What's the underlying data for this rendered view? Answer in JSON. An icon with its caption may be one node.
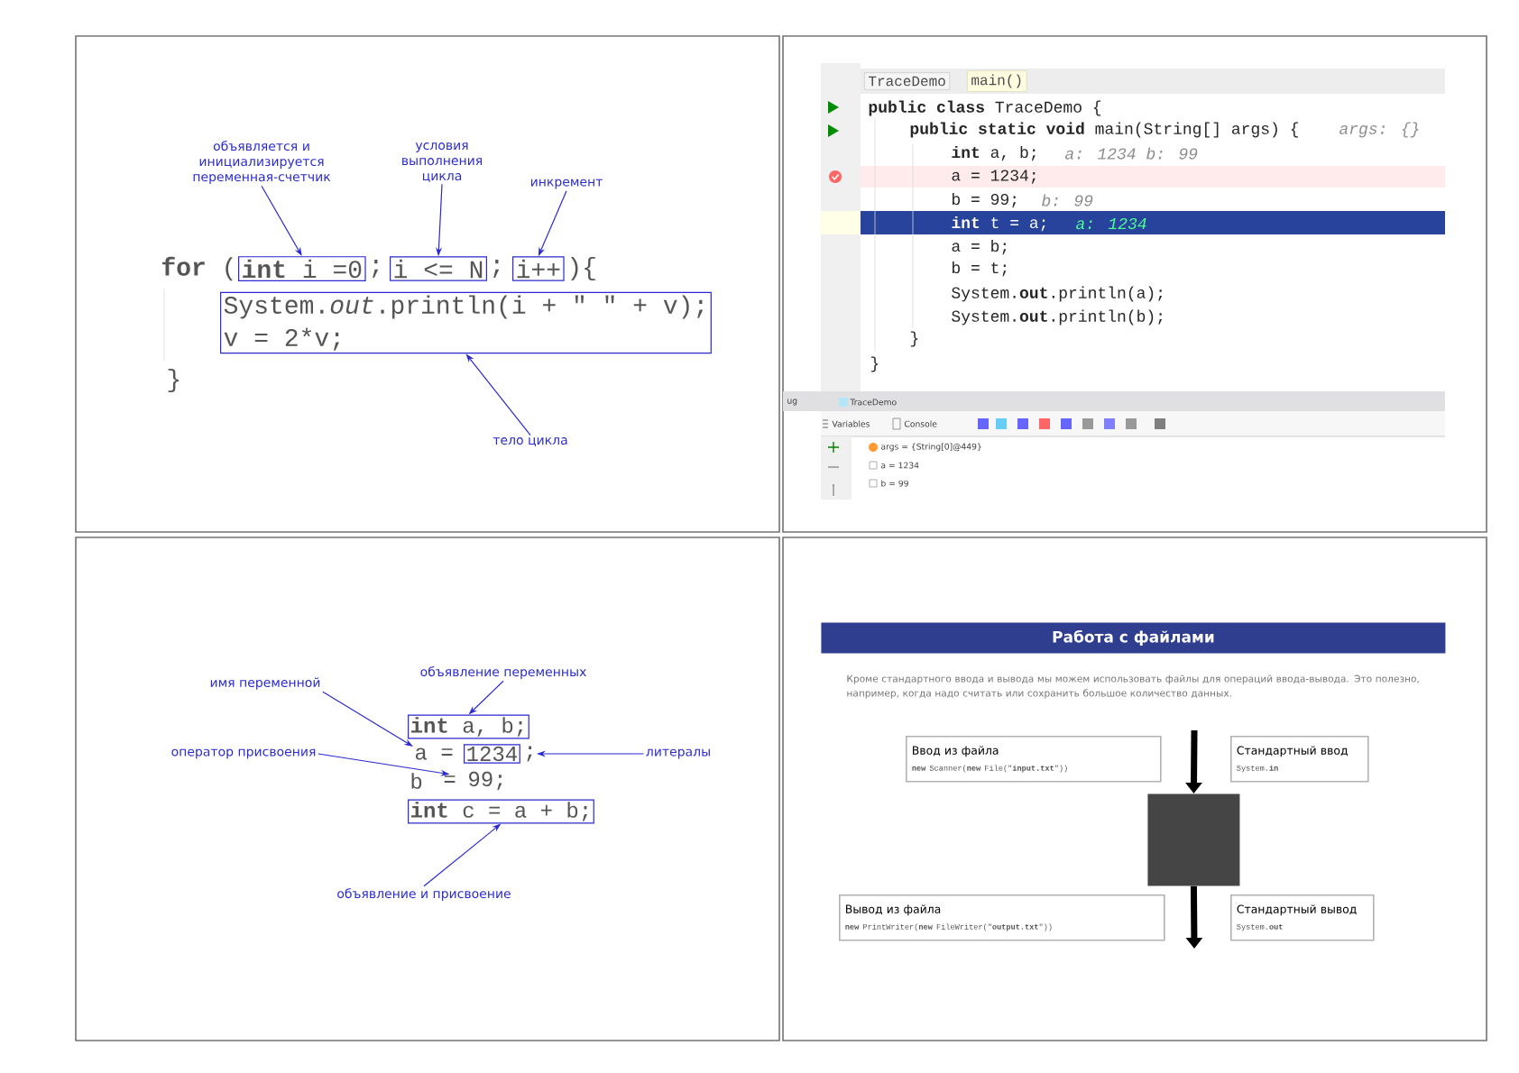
{
  "diagram": {
    "nodes": [
      {
        "text": [
          "объявляется и инициализируется переменная-счетчик"
        ]
      },
      {
        "text": [
          "**int** i =0"
        ]
      },
      {
        "text": [
          "условия выполнения цикла"
        ]
      },
      {
        "text": [
          "i <= N"
        ]
      },
      {
        "text": [
          "инкремент"
        ]
      },
      {
        "text": [
          "i++"
        ]
      },
      {
        "text": [
          "System.*out*.println(i + \" \" + v);",
          "v = 2*v;"
        ]
      },
      {
        "text": [
          "тело цикла"
        ]
      },
      {
        "text": [
          "TraceDemo"
        ]
      },
      {
        "text": [
          "main()"
        ]
      },
      {
        "text": [
          "объявление переменных"
        ]
      },
      {
        "text": [
          "**int** a, b;"
        ]
      },
      {
        "text": [
          "имя переменной"
        ]
      },
      {
        "text": [
          "a"
        ]
      },
      {
        "text": [
          "1234"
        ]
      },
      {
        "text": [
          "литералы"
        ]
      },
      {
        "text": [
          "оператор присвоения"
        ]
      },
      {
        "text": [
          "="
        ]
      },
      {
        "text": [
          "**int** c = a + b;"
        ]
      },
      {
        "text": [
          "объявление и присвоение"
        ]
      },
      {
        "text": [
          "Работа с файлами"
        ]
      },
      {
        "text": [
          "Ввод из файла",
          "**new** Scanner(**new** File(\"**input.txt**\"))"
        ]
      },
      {
        "text": [
          "Стандартный ввод",
          "System.**in**"
        ]
      },
      {
        "text": [],
        "shape": "box"
      },
      {
        "text": [
          "Вывод из файла",
          "**new** PrintWriter(**new** FileWriter(\"**output.txt**\"))"
        ]
      },
      {
        "text": [
          "Стандартный вывод",
          "System.**out**"
        ]
      }
    ],
    "edges": [
      {
        "from": 0,
        "to": 1,
        "arrow": "to"
      },
      {
        "from": 2,
        "to": 3,
        "arrow": "to"
      },
      {
        "from": 4,
        "to": 5,
        "arrow": "to"
      },
      {
        "from": 7,
        "to": 6,
        "arrow": "to"
      },
      {
        "from": 10,
        "to": 11,
        "arrow": "to"
      },
      {
        "from": 12,
        "to": 13,
        "arrow": "to"
      },
      {
        "from": 16,
        "to": 17,
        "arrow": "to"
      },
      {
        "from": 15,
        "to": 14,
        "arrow": "to"
      },
      {
        "from": 19,
        "to": 18,
        "arrow": "to"
      },
      {
        "from": null,
        "to": 23,
        "arrow": "to",
        "style": "thick",
        "color": "#000000"
      },
      {
        "from": 23,
        "to": null,
        "arrow": "to",
        "style": "thick",
        "color": "#000000"
      }
    ],
    "labels": [
      "**for** (",
      ";",
      ";",
      "){",
      "}",
      "**public class** TraceDemo {",
      "**public static void** main(String[] args) {",
      "args: {}",
      "**int** a, b;",
      "a: 1234 b: 99",
      "a = 1234;",
      "b = 99;",
      "b: 99",
      "**int** t = a;",
      "a: 1234",
      "a = b;",
      "b = t;",
      "System.**out**.println(a);",
      "System.**out**.println(b);",
      "}",
      "}",
      "ug",
      "TraceDemo",
      "Variables",
      "Console",
      "args = {String[0]@449}",
      "a = 1234",
      "b = 99",
      "=",
      ";",
      "b",
      "99;",
      "Кроме стандартного ввода и вывода мы можем использовать файлы для операций ввода-вывода. Это полезно, например, когда надо считать или сохранить большое количество данных."
    ]
  }
}
